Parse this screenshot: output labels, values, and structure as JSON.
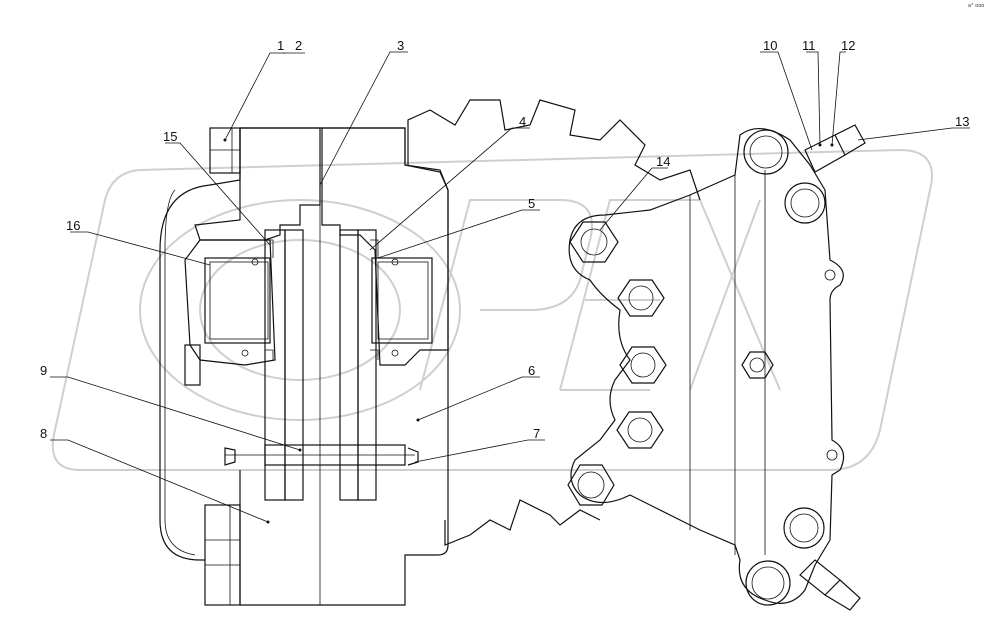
{
  "corner_mark": "a° ooo",
  "callouts": [
    "1",
    "2",
    "3",
    "4",
    "5",
    "6",
    "7",
    "8",
    "9",
    "10",
    "11",
    "12",
    "13",
    "14",
    "15",
    "16"
  ]
}
